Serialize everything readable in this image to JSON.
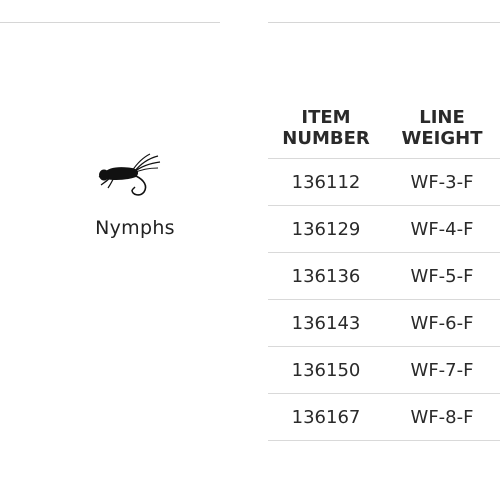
{
  "product": {
    "category_label": "Nymphs",
    "icon": "nymph-fly-icon"
  },
  "table": {
    "headers": {
      "item_number": [
        "ITEM",
        "NUMBER"
      ],
      "line_weight": [
        "LINE",
        "WEIGHT"
      ]
    },
    "rows": [
      {
        "item_number": "136112",
        "line_weight": "WF-3-F"
      },
      {
        "item_number": "136129",
        "line_weight": "WF-4-F"
      },
      {
        "item_number": "136136",
        "line_weight": "WF-5-F"
      },
      {
        "item_number": "136143",
        "line_weight": "WF-6-F"
      },
      {
        "item_number": "136150",
        "line_weight": "WF-7-F"
      },
      {
        "item_number": "136167",
        "line_weight": "WF-8-F"
      }
    ]
  }
}
